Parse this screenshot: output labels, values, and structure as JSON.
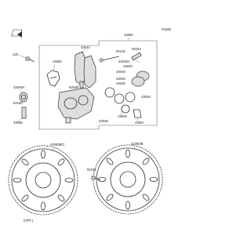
{
  "page_code": "F0498",
  "top_box_label": "43080",
  "labels": {
    "p130": "130",
    "p43044": "43044",
    "p43082": "43082",
    "p92145": "92145",
    "p92043": "92043",
    "p43049a": "43049A",
    "p92026": "92026",
    "p43048": "43048",
    "p43048a": "43048A",
    "p43049": "43049",
    "p43049b": "43049",
    "p43048b": "43048",
    "p43057": "43057",
    "p43056": "43056",
    "p43049c": "43049",
    "p43045": "43045",
    "p43048c": "43048",
    "p410808": "41080B/C",
    "p41080b": "41080/B",
    "p92151": "92151",
    "p92160": "92160",
    "opt": "(OPT.)"
  },
  "icons": [
    "front-arrow-icon"
  ]
}
